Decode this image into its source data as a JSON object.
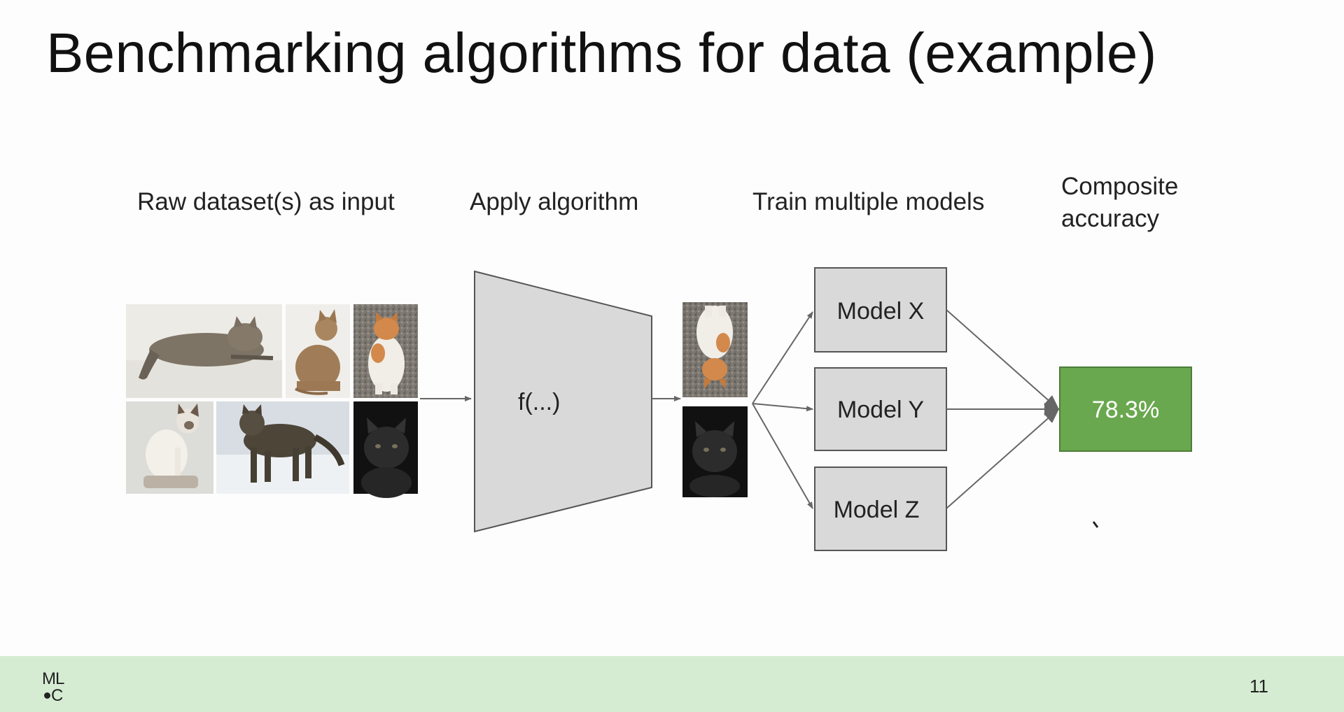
{
  "slide": {
    "title": "Benchmarking algorithms for data (example)",
    "steps": [
      "Raw dataset(s) as input",
      "Apply algorithm",
      "Train multiple models",
      "Composite accuracy"
    ],
    "function_label": "f(...)",
    "models": [
      "Model X",
      "Model Y",
      "Model Z"
    ],
    "accuracy": "78.3%",
    "page_number": "11"
  },
  "footer": {
    "logo_top": "ML",
    "logo_bottom": "C"
  },
  "colors": {
    "accent_green": "#6aa84f",
    "box_gray": "#d9d9d9",
    "footer_band": "#d5ecd2"
  },
  "images": {
    "raw_dataset": [
      "cat-lying-tabby",
      "cat-sitting-abyssinian",
      "cat-orange-white",
      "cat-siamese",
      "cat-tabby-snow",
      "cat-black-dark"
    ],
    "processed": [
      "cat-orange-white-flipped",
      "cat-black-dark"
    ]
  }
}
